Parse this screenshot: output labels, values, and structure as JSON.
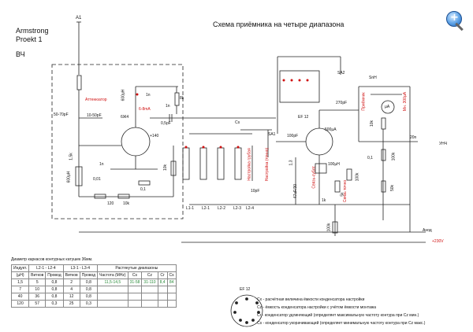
{
  "title": "Схема приёмника на четыре диапазона",
  "author": "Armstrong",
  "project": "Proekt 1",
  "section": "ВЧ",
  "zoom_icon": "magnifier-plus-icon",
  "labels": {
    "a1": "A1",
    "attenuator": "Аттенюатор",
    "c_50_70": "50-70pF",
    "c_10_50": "10-50pF",
    "c_1n_a": "1n",
    "tube1": "6Ж4",
    "i_6_8ma": "6-8mA",
    "c_0_5pf": "0,5pF",
    "c_1n_b": "1n",
    "r_8k": "8k",
    "l_600": "600µH",
    "v_140": "+140",
    "r_1_5k": "1,5k",
    "l_600b": "600µH",
    "c_0_01": "0,01",
    "r_1n": "1n",
    "r_0_1": "0,1",
    "r_120": "120",
    "r_10k": "10k",
    "r_10k_b": "10k",
    "cs": "Cs",
    "sa1": "SA1",
    "c_10pf": "10pF",
    "c_100pf": "100pF",
    "tube2": "EF 12",
    "sa2": "SA2",
    "c_270pf": "270pF",
    "snh": "SnH",
    "uA": "µA",
    "i_500": "500µA",
    "r_10k_c": "10k",
    "prd_red": "Приёмник",
    "mn300": "Мн. 300µA",
    "c_20n": "20n",
    "unch": "УНЧ",
    "r_100k": "100k",
    "r_50k": "50k",
    "c_0_1": "0,1",
    "c_100uh": "100µH",
    "svyaz_sv": "Связь-сублт.",
    "r_1_3": "1,3",
    "r_47uf": "47uF/30",
    "r_1k": "1k",
    "r_100k_b": "100k",
    "r_100k_c": "100k",
    "r_5k": "5k",
    "nastroika_red": "Настройка грубая",
    "nastroika_fine": "Настройка (точно)",
    "svyaz_tochno": "Связь точно",
    "l1": "L1-1",
    "l2": "L2-1",
    "l3": "L2-2",
    "l4": "L2-3",
    "l5": "L2-4",
    "anod": "Анод",
    "v230": "+230V",
    "tube3_label": "EF 12"
  },
  "table": {
    "caption": "Диаметр каркасов контурных катушек 36мм.",
    "h_ind": "Индукт.",
    "h_l2": "L2-1 - L2-4",
    "h_l3": "L3-1 - L3-4",
    "h_range": "Растянутые диапазоны",
    "h_uh": "(µH)",
    "h_vitkov": "Витков",
    "h_provod": "Провод",
    "h_vitkov2": "Витков",
    "h_provod2": "Провод",
    "h_freq": "Частота (MHz)",
    "h_cs": "Cs",
    "h_cz": "Cz",
    "h_cr": "Cr",
    "h_cs2": "Cs",
    "rows": [
      [
        "1,5",
        "5",
        "0,8",
        "2",
        "0,8"
      ],
      [
        "7",
        "10",
        "0,8",
        "4",
        "0,8"
      ],
      [
        "40",
        "36",
        "0,8",
        "12",
        "0,8"
      ],
      [
        "120",
        "57",
        "0,3",
        "25",
        "0,3"
      ]
    ],
    "range_vals": [
      "11,5-14,5",
      "31-58",
      "31-110",
      "8,4",
      "84"
    ]
  },
  "notes": [
    "Сх - расчётная величина ёмкости конденсатора настройки",
    "Cz - ёмкость конденсатора настройки с учётом ёмкости монтажа",
    "Cr - конденсатор удлиняющий (определяет максимальную частоту контура при Cz мин.)",
    "Cs - конденсатор укорачивающий (определяет минимальную частоту контура при Cz макс.)"
  ]
}
